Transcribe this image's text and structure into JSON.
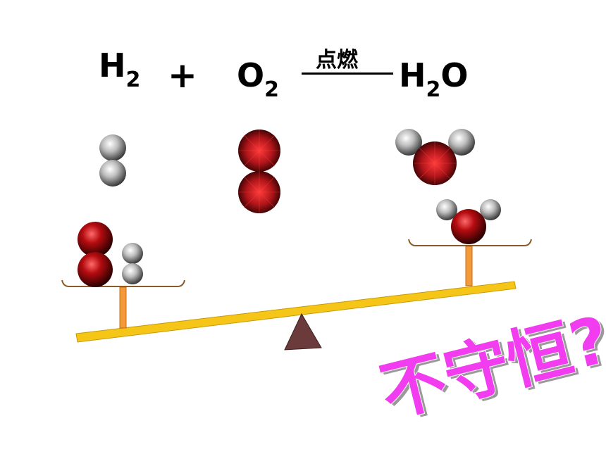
{
  "equation": {
    "reactant1": {
      "symbol": "H",
      "subscript": "2"
    },
    "plus": "+",
    "reactant2": {
      "symbol": "O",
      "subscript": "2"
    },
    "condition": "点燃",
    "product": {
      "symbol1": "H",
      "subscript": "2",
      "symbol2": "O"
    }
  },
  "question": "不守恒?",
  "colors": {
    "hydrogen": "#9e9e9e",
    "oxygen": "#c0141b",
    "beam": "#f5c518",
    "post": "#f39a3b",
    "fulcrum": "#6b3a3a",
    "question": "#f23cf0"
  }
}
